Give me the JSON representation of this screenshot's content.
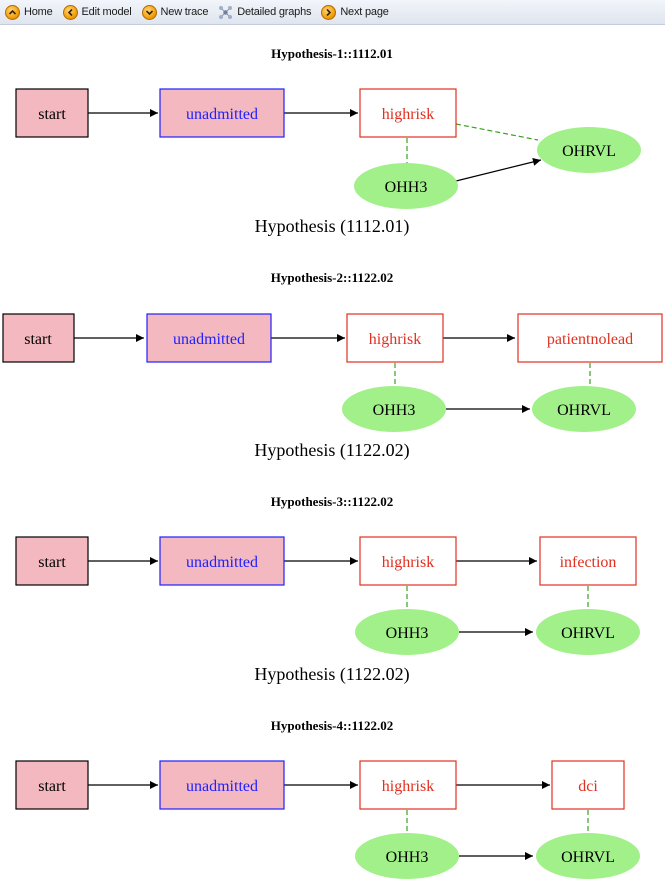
{
  "toolbar": {
    "items": [
      {
        "label": "Home",
        "icon": "chevron-up-icon"
      },
      {
        "label": "Edit model",
        "icon": "chevron-left-icon"
      },
      {
        "label": "New trace",
        "icon": "chevron-down-icon"
      },
      {
        "label": "Detailed graphs",
        "icon": "graph-nodes-icon"
      },
      {
        "label": "Next page",
        "icon": "chevron-right-icon"
      }
    ]
  },
  "colors": {
    "start_fill": "#f4b8c0",
    "unadmitted_stroke": "#2020ff",
    "risk_text": "#e03020",
    "ellipse_fill": "#a2f08a",
    "dashed_edge": "#3aa020",
    "toolbar_icon": "#f2a20c"
  },
  "hypotheses": [
    {
      "title": "Hypothesis-1::1112.01",
      "caption": "Hypothesis (1112.01)",
      "nodes": {
        "start": "start",
        "unadmitted": "unadmitted",
        "risk": "highrisk",
        "obs": "OHH3",
        "target": "OHRVL"
      }
    },
    {
      "title": "Hypothesis-2::1122.02",
      "caption": "Hypothesis (1122.02)",
      "nodes": {
        "start": "start",
        "unadmitted": "unadmitted",
        "risk": "highrisk",
        "next": "patientnolead",
        "obs": "OHH3",
        "target": "OHRVL"
      }
    },
    {
      "title": "Hypothesis-3::1122.02",
      "caption": "Hypothesis (1122.02)",
      "nodes": {
        "start": "start",
        "unadmitted": "unadmitted",
        "risk": "highrisk",
        "next": "infection",
        "obs": "OHH3",
        "target": "OHRVL"
      }
    },
    {
      "title": "Hypothesis-4::1122.02",
      "nodes": {
        "start": "start",
        "unadmitted": "unadmitted",
        "risk": "highrisk",
        "next": "dci",
        "obs": "OHH3",
        "target": "OHRVL"
      }
    }
  ]
}
